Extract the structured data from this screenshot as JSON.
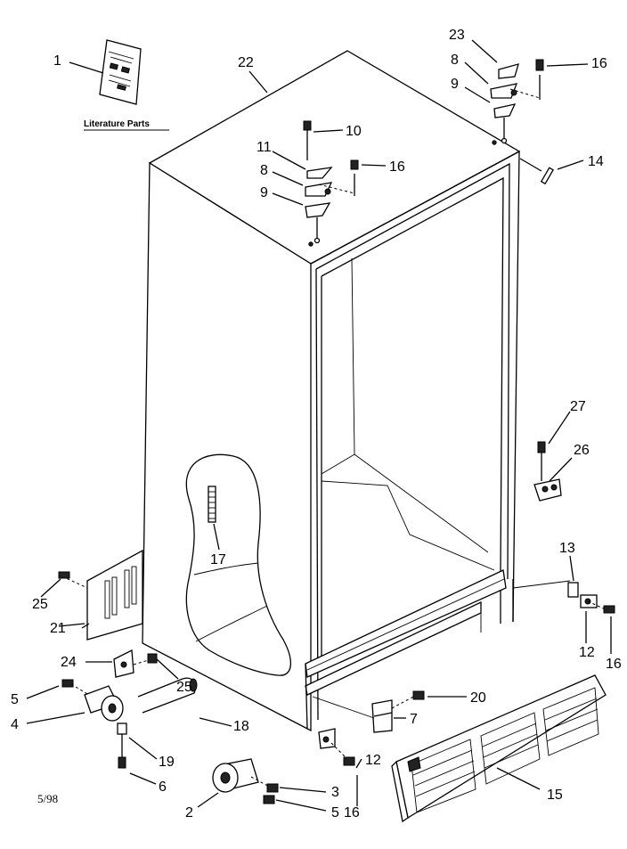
{
  "document": {
    "literature_caption": "Literature Parts",
    "date_code": "5/98"
  },
  "callouts": {
    "c1": "1",
    "c22": "22",
    "c23": "23",
    "c8a": "8",
    "c9a": "9",
    "c16a": "16",
    "c10": "10",
    "c11": "11",
    "c8b": "8",
    "c16b": "16",
    "c9b": "9",
    "c14": "14",
    "c27": "27",
    "c26": "26",
    "c17": "17",
    "c13": "13",
    "c25a": "25",
    "c21": "21",
    "c12a": "12",
    "c16c": "16",
    "c24": "24",
    "c25b": "25",
    "c20": "20",
    "c5a": "5",
    "c4": "4",
    "c18": "18",
    "c7": "7",
    "c19": "19",
    "c12b": "12",
    "c15": "15",
    "c6": "6",
    "c3": "3",
    "c2": "2",
    "c5b": "5",
    "c16d": "16"
  }
}
